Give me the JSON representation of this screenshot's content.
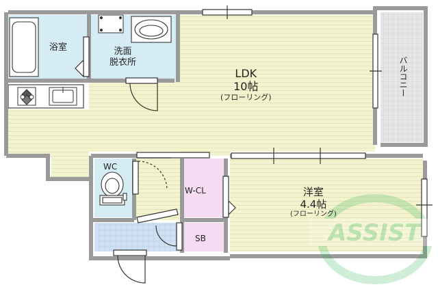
{
  "rooms": {
    "bath": {
      "label": "浴室"
    },
    "washroom": {
      "label_line1": "洗面",
      "label_line2": "脱衣所"
    },
    "ldk": {
      "label_line1": "LDK",
      "label_line2": "10帖",
      "label_line3": "(フローリング)"
    },
    "balcony": {
      "label": "バルコニー"
    },
    "wc": {
      "label": "WC"
    },
    "wcl": {
      "label": "W-CL"
    },
    "sb": {
      "label": "SB"
    },
    "western": {
      "label_line1": "洋室",
      "label_line2": "4.4帖",
      "label_line3": "(フローリング)"
    }
  },
  "watermark": {
    "text": "ASSIST"
  },
  "colors": {
    "wall": "#9a9a9a",
    "floor": "#f3f3cf",
    "floor_stripe": "#e4e4b6",
    "wet_area": "#d6ecf5",
    "closet": "#f5dcf2",
    "entry_tile": "#cfe0f3",
    "balcony": "#e2e2e2",
    "watermark": "#2bb34a"
  }
}
